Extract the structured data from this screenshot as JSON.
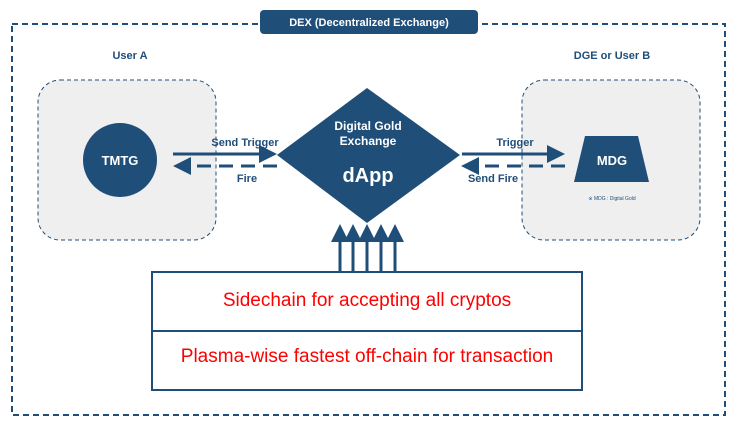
{
  "title": "DEX (Decentralized Exchange)",
  "user_a": {
    "label": "User A",
    "token": "TMTG"
  },
  "user_b": {
    "label": "DGE or User B",
    "token": "MDG",
    "footnote": "※ MDG : Digital Gold"
  },
  "center": {
    "line1": "Digital Gold",
    "line2": "Exchange",
    "name": "dApp"
  },
  "arrows": {
    "left_send": "Send Trigger",
    "left_return": "Fire",
    "right_send": "Trigger",
    "right_return": "Send Fire"
  },
  "layers": [
    "Sidechain for accepting all cryptos",
    "Plasma-wise fastest off-chain for transaction"
  ],
  "colors": {
    "primary": "#1f4e79",
    "layer_text": "#ff0000",
    "panel": "#efefef"
  }
}
